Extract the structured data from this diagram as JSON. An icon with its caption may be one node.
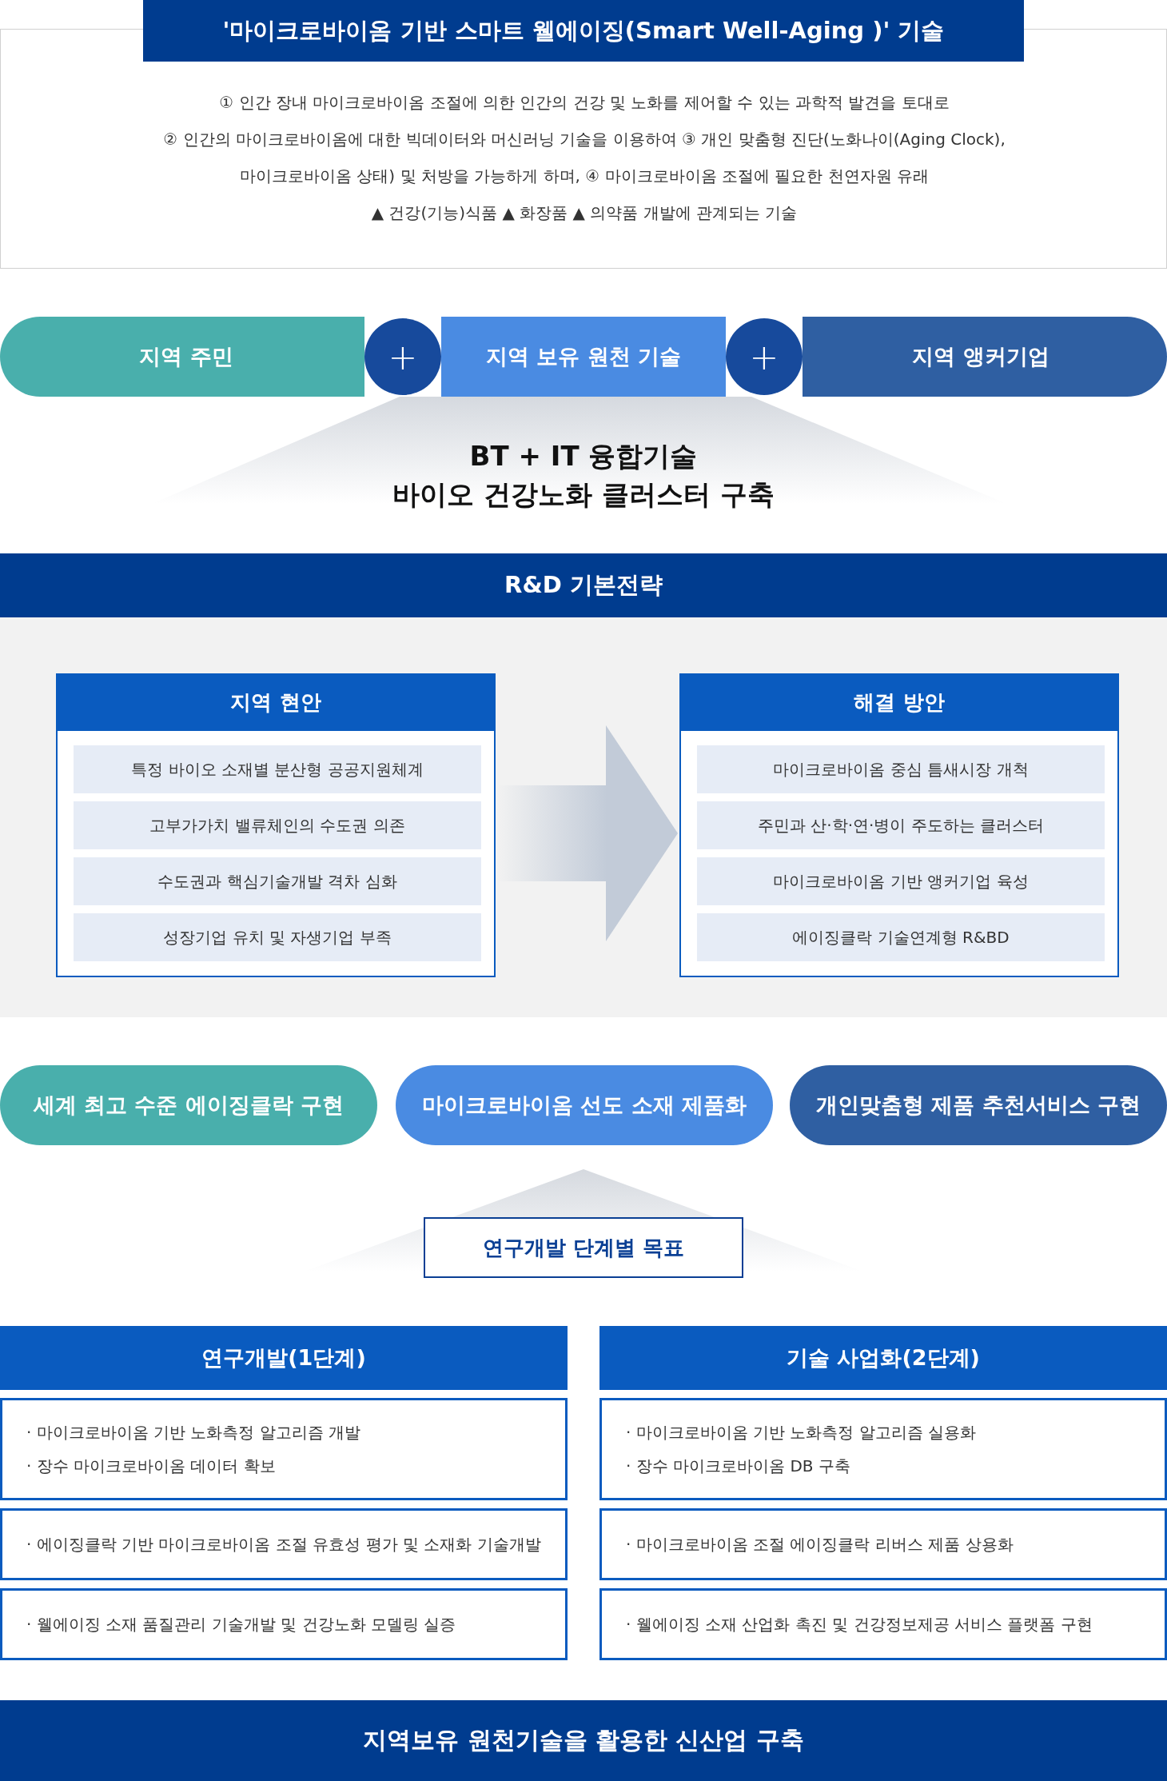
{
  "diagram": {
    "title": "'마이크로바이옴 기반 스마트 웰에이징(Smart Well-Aging )' 기술",
    "nodes": [
      {
        "text": [
          "① 인간 장내 마이크로바이옴 조절에 의한 인간의 건강 및 노화를 제어할 수 있는 과학적 발견을 토대로",
          "② 인간의 마이크로바이옴에 대한 빅데이터와 머신러닝 기술을 이용하여 ③ 개인 맞춤형 진단(노화나이(Aging Clock), 마이크로바이옴 상태) 및 처방을 가능하게 하며, ④ 마이크로바이옴 조절에 필요한 천연자원 유래",
          "▲ 건강(기능)식품 ▲ 화장품 ▲ 의약품 개발에 관계되는 기술"
        ]
      },
      {
        "text": [
          "지역 주민"
        ]
      },
      {
        "text": [
          "+"
        ]
      },
      {
        "text": [
          "지역 보유 원천 기술"
        ]
      },
      {
        "text": [
          "+"
        ]
      },
      {
        "text": [
          "지역 앵커기업"
        ]
      },
      {
        "text": [
          "R&D 기본전략"
        ]
      },
      {
        "text": [
          "지역 현안"
        ],
        "in": 6
      },
      {
        "text": [
          "특정 바이오 소재별 분산형 공공지원체계"
        ],
        "in": 7
      },
      {
        "text": [
          "고부가가치 밸류체인의 수도권 의존"
        ],
        "in": 7
      },
      {
        "text": [
          "수도권과 핵심기술개발 격차 심화"
        ],
        "in": 7
      },
      {
        "text": [
          "성장기업 유치 및 자생기업 부족"
        ],
        "in": 7
      },
      {
        "text": [
          "해결 방안"
        ],
        "in": 6
      },
      {
        "text": [
          "마이크로바이옴 중심 틈새시장 개척"
        ],
        "in": 12
      },
      {
        "text": [
          "주민과 산·학·연·병이 주도하는 클러스터"
        ],
        "in": 12
      },
      {
        "text": [
          "마이크로바이옴 기반 앵커기업 육성"
        ],
        "in": 12
      },
      {
        "text": [
          "에이징클락 기술연계형 R&BD"
        ],
        "in": 12
      },
      {
        "text": [
          "세계 최고 수준 에이징클락 구현"
        ]
      },
      {
        "text": [
          "마이크로바이옴 선도 소재 제품화"
        ]
      },
      {
        "text": [
          "개인맞춤형 제품 추천서비스 구현"
        ]
      },
      {
        "text": [
          "연구개발 단계별 목표"
        ]
      },
      {
        "text": [
          "연구개발(1단계)"
        ]
      },
      {
        "text": [
          "· 마이크로바이옴 기반 노화측정 알고리즘 개발",
          "· 장수 마이크로바이옴 데이터 확보"
        ]
      },
      {
        "text": [
          "· 에이징클락 기반 마이크로바이옴 조절 유효성 평가 및 소재화 기술개발"
        ]
      },
      {
        "text": [
          "· 웰에이징 소재 품질관리 기술개발 및 건강노화 모델링 실증"
        ]
      },
      {
        "text": [
          "기술 사업화(2단계)"
        ]
      },
      {
        "text": [
          "· 마이크로바이옴 기반 노화측정 알고리즘 실용화",
          "· 장수 마이크로바이옴 DB 구축"
        ]
      },
      {
        "text": [
          "· 마이크로바이옴 조절 에이징클락 리버스 제품 상용화"
        ]
      },
      {
        "text": [
          "· 웰에이징 소재 산업화 촉진 및 건강정보제공 서비스 플랫폼 구현"
        ]
      },
      {
        "text": [
          "지역보유 원천기술을 활용한 신산업 구축"
        ]
      }
    ],
    "edges": [
      {
        "from": 7,
        "to": 12,
        "arrow": "to"
      }
    ],
    "labels": [
      "BT + IT 융합기술",
      "바이오 건강노화 클러스터 구축"
    ]
  }
}
